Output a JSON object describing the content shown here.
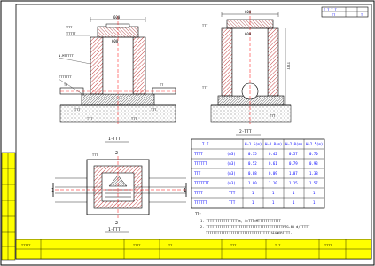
{
  "title_block": {
    "col1": "T T T T",
    "col2": "TT",
    "col3": "T"
  },
  "section_1": {
    "title": "1-TTT",
    "dim_top": "600",
    "dim_inner": "600",
    "label_cover": "TTT",
    "label_cover_pipe": "TTTTT",
    "label_wall": "N.MTTTTT",
    "label_base": "TTTTTTT",
    "label_left_pipe": "TT",
    "label_right_pipe": "TT",
    "label_mid_left": "TTT",
    "label_mid_right": "TTT",
    "label_bottom_left": "TTT",
    "label_bottom_right": "TTT"
  },
  "section_2": {
    "title": "2-TTT",
    "dim_top": "600",
    "dim_inner": "600",
    "label_top": "TTT",
    "label_right": "TTTT",
    "label_bottom": "TTT",
    "label_bottom_right": "TTT"
  },
  "plan": {
    "title": "1-TTT",
    "marker_left": "1",
    "marker_right": "1",
    "marker_top": "2",
    "marker_bottom": "2",
    "label": "TTT"
  },
  "quantity_table": {
    "headers": [
      "T T",
      "H=1.5(m)",
      "H=1.8(m)",
      "H=2.0(m)",
      "H=2.5(m)"
    ],
    "rows": [
      {
        "name": "TTTT",
        "unit": "(m3)",
        "values": [
          "0.35",
          "0.42",
          "0.57",
          "0.70"
        ]
      },
      {
        "name": "TTTTTT",
        "unit": "(m3)",
        "values": [
          "0.52",
          "0.61",
          "0.79",
          "0.93"
        ]
      },
      {
        "name": "TTT",
        "unit": "(m3)",
        "values": [
          "0.08",
          "0.09",
          "1.07",
          "1.38"
        ]
      },
      {
        "name": "TTTTTTT",
        "unit": "(m3)",
        "values": [
          "1.00",
          "1.10",
          "1.15",
          "1.57"
        ]
      },
      {
        "name": "TTTT",
        "unit": "TTT",
        "values": [
          "1",
          "1",
          "1",
          "1"
        ]
      },
      {
        "name": "TTTTTT",
        "unit": "TTT",
        "values": [
          "1",
          "1",
          "1",
          "1"
        ]
      }
    ]
  },
  "notes": {
    "heading": "TT:",
    "line1": "1.  TTTTTTTTTTTTTTTTTm, 4=TTT=MTTTTTTTTTTTT",
    "line2": "2.  TTTTTTTTTTTTTTTTTTTTTTTTTTTTTTTTTTTTTTTTFTG-05 d/TTTTT",
    "line3": "TTTTTTTTTTTTTTTTTTTTTTTTTTTTTTTTTTSIGNERTTTT."
  },
  "bottom_bar": {
    "cell1": "TTTTT",
    "cell2": "TTTT",
    "cell3": "TT",
    "cell4": "TTT",
    "cell5": "T T",
    "cell6": "TTTT"
  }
}
